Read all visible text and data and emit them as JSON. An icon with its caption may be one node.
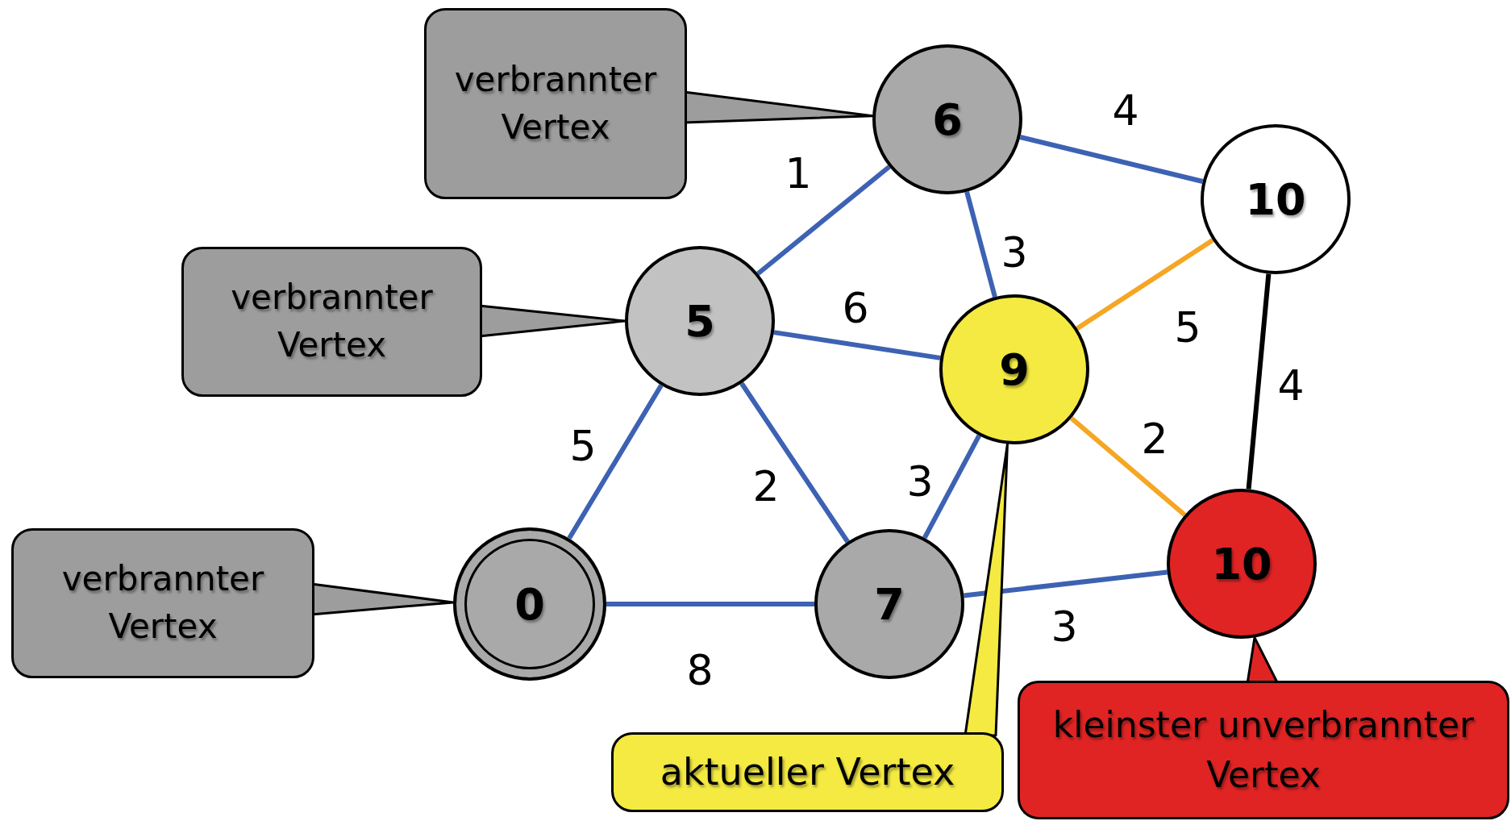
{
  "diagram": {
    "nodes": [
      {
        "text": [
          "verbrannter Vertex"
        ]
      },
      {
        "text": [
          "6"
        ]
      },
      {
        "text": [
          "10"
        ]
      },
      {
        "text": [
          "verbrannter Vertex"
        ]
      },
      {
        "text": [
          "5"
        ]
      },
      {
        "text": [
          "9"
        ]
      },
      {
        "text": [
          "verbrannter Vertex"
        ]
      },
      {
        "text": [
          "0"
        ]
      },
      {
        "text": [
          "7"
        ]
      },
      {
        "text": [
          "10"
        ]
      },
      {
        "text": [
          "aktueller Vertex"
        ]
      },
      {
        "text": [
          "kleinster unverbrannter Vertex"
        ]
      }
    ],
    "edges": [
      {
        "from": 1,
        "to": 4,
        "arrow": "none",
        "label": "1"
      },
      {
        "from": 1,
        "to": 2,
        "arrow": "none",
        "label": "4"
      },
      {
        "from": 1,
        "to": 5,
        "arrow": "none",
        "label": "3"
      },
      {
        "from": 4,
        "to": 5,
        "arrow": "none",
        "label": "6"
      },
      {
        "from": 5,
        "to": 2,
        "arrow": "none",
        "label": "5",
        "color": "#f5a623"
      },
      {
        "from": 2,
        "to": 9,
        "arrow": "none",
        "label": "4",
        "color": "#000000"
      },
      {
        "from": 4,
        "to": 7,
        "arrow": "none",
        "label": "5"
      },
      {
        "from": 4,
        "to": 8,
        "arrow": "none",
        "label": "2"
      },
      {
        "from": 5,
        "to": 8,
        "arrow": "none",
        "label": "3"
      },
      {
        "from": 5,
        "to": 9,
        "arrow": "none",
        "label": "2",
        "color": "#f5a623"
      },
      {
        "from": 7,
        "to": 8,
        "arrow": "none",
        "label": "8"
      },
      {
        "from": 8,
        "to": 9,
        "arrow": "none",
        "label": "3"
      },
      {
        "from": 0,
        "to": 1,
        "arrow": "to"
      },
      {
        "from": 3,
        "to": 4,
        "arrow": "to"
      },
      {
        "from": 6,
        "to": 7,
        "arrow": "to"
      },
      {
        "from": 10,
        "to": 5,
        "arrow": "to"
      },
      {
        "from": 11,
        "to": 9,
        "arrow": "to"
      }
    ]
  }
}
